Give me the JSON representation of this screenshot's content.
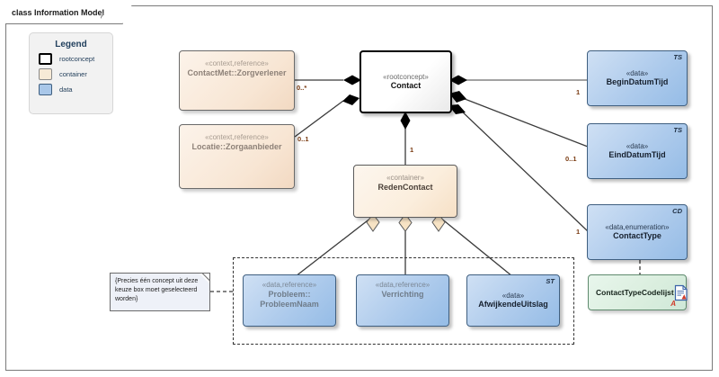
{
  "diagram": {
    "title": "class Information Model",
    "accent_colors": {
      "rootconcept_border": "#000000",
      "container_fill": "#f7ead6",
      "data_fill": "#a9c7e9",
      "reference_text": "#8d8178",
      "artifact_fill": "#daeede",
      "multiplicity_text": "#7a3b12",
      "legend_title": "#23415e"
    }
  },
  "legend": {
    "title": "Legend",
    "items": [
      {
        "label": "rootconcept",
        "swatch": "rootconcept-swatch"
      },
      {
        "label": "container",
        "swatch": "container-swatch"
      },
      {
        "label": "data",
        "swatch": "data-swatch"
      }
    ]
  },
  "nodes": {
    "contact": {
      "stereotype": "«rootconcept»",
      "name": "Contact",
      "tag": ""
    },
    "contactmet": {
      "stereotype": "«context,reference»",
      "name": "ContactMet::Zorgverlener",
      "tag": ""
    },
    "locatie": {
      "stereotype": "«context,reference»",
      "name": "Locatie::Zorgaanbieder",
      "tag": ""
    },
    "reden": {
      "stereotype": "«container»",
      "name": "RedenContact",
      "tag": ""
    },
    "begindatumtijd": {
      "stereotype": "«data»",
      "name": "BeginDatumTijd",
      "tag": "TS"
    },
    "einddatumtijd": {
      "stereotype": "«data»",
      "name": "EindDatumTijd",
      "tag": "TS"
    },
    "contacttype": {
      "stereotype": "«data,enumeration»",
      "name": "ContactType",
      "tag": "CD"
    },
    "probleem": {
      "stereotype": "«data,reference»",
      "name": "Probleem::\nProbleemNaam",
      "name_line1": "Probleem::",
      "name_line2": "ProbleemNaam",
      "tag": ""
    },
    "verrichting": {
      "stereotype": "«data,reference»",
      "name": "Verrichting",
      "tag": ""
    },
    "afwijkende": {
      "stereotype": "«data»",
      "name": "AfwijkendeUitslag",
      "tag": "ST"
    },
    "codelijst": {
      "name": "ContactTypeCodelijst",
      "icon_marker": "A"
    }
  },
  "note": {
    "text": "{Precies één concept uit deze keuze box moet geselecteerd worden}"
  },
  "multiplicities": {
    "contactmet_to_contact": "0..*",
    "locatie_to_contact": "0..1",
    "contact_to_reden": "1",
    "contact_to_begindatumtijd": "1",
    "contact_to_einddatumtijd": "0..1",
    "contact_to_contacttype": "1"
  }
}
